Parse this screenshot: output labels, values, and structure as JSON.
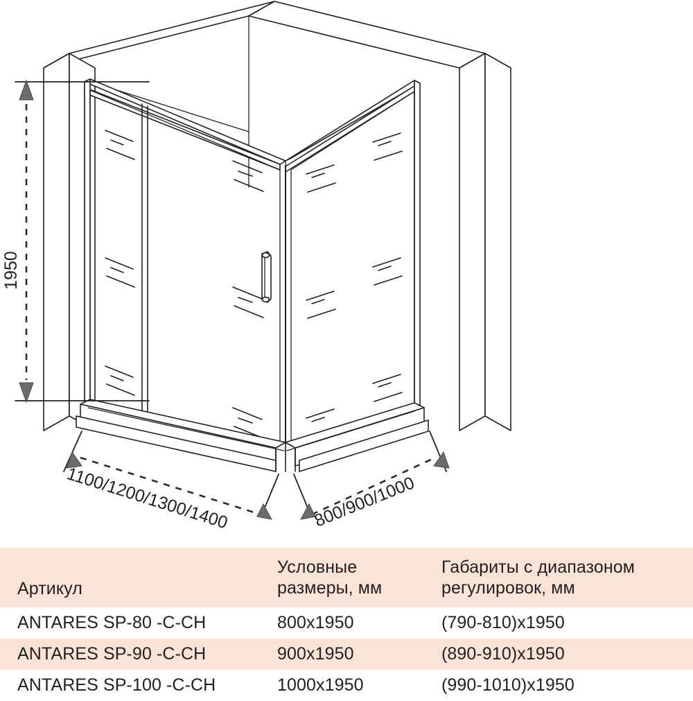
{
  "drawing": {
    "title": "shower-enclosure-isometric",
    "dimensions": {
      "height_label": "1950",
      "width_front_label": "1100/1200/1300/1400",
      "width_side_label": "800/900/1000"
    },
    "parts": {
      "door_handle": "door-handle",
      "glass_marks": "glass-reflection-mark"
    },
    "colors": {
      "line": "#231f20",
      "arrow_fill": "#6b6b6b"
    }
  },
  "table": {
    "headers": {
      "article": "Артикул",
      "nominal_l1": "Условные",
      "nominal_l2": "размеры, мм",
      "adjust_l1": "Габариты с диапазоном",
      "adjust_l2": "регулировок, мм"
    },
    "rows": [
      {
        "article": "ANTARES SP-80 -C-CH",
        "nominal": "800x1950",
        "adjust": "(790-810)x1950"
      },
      {
        "article": "ANTARES SP-90 -C-CH",
        "nominal": "900x1950",
        "adjust": "(890-910)x1950"
      },
      {
        "article": "ANTARES SP-100 -C-CH",
        "nominal": "1000x1950",
        "adjust": "(990-1010)x1950"
      }
    ],
    "colors": {
      "header_bg": "#fbe3d7",
      "alt_row_bg": "#fbe3d7",
      "text": "#231f20"
    }
  }
}
